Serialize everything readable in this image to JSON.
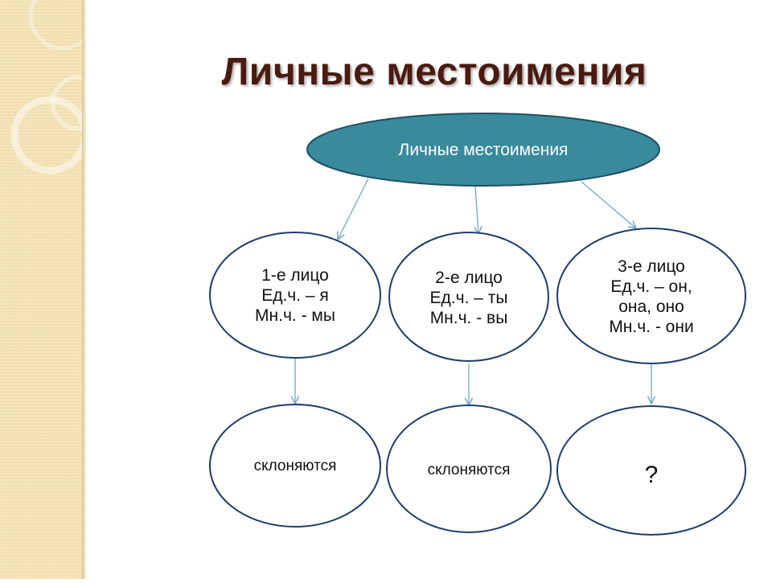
{
  "slide": {
    "title": "Личные местоимения"
  },
  "diagram": {
    "root": {
      "label": "Личные местоимения"
    },
    "persons": [
      {
        "lines": [
          "1-е лицо",
          "Ед.ч. – я",
          "Мн.ч. - мы"
        ]
      },
      {
        "lines": [
          "2-е лицо",
          "Ед.ч. – ты",
          "Мн.ч. - вы"
        ]
      },
      {
        "lines": [
          "3-е лицо",
          "Ед.ч. – он,",
          "она, оно",
          "Мн.ч. - они"
        ]
      }
    ],
    "results": [
      {
        "label": "склоняются"
      },
      {
        "label": "склоняются"
      },
      {
        "label": "?"
      }
    ],
    "colors": {
      "root_fill": "#3a8a9e",
      "root_stroke": "#1f4f63",
      "node_stroke": "#1e3d6b",
      "arrow": "#6fa8c8",
      "title": "#4a1a10",
      "side_panel": "#f3e2b5"
    }
  }
}
